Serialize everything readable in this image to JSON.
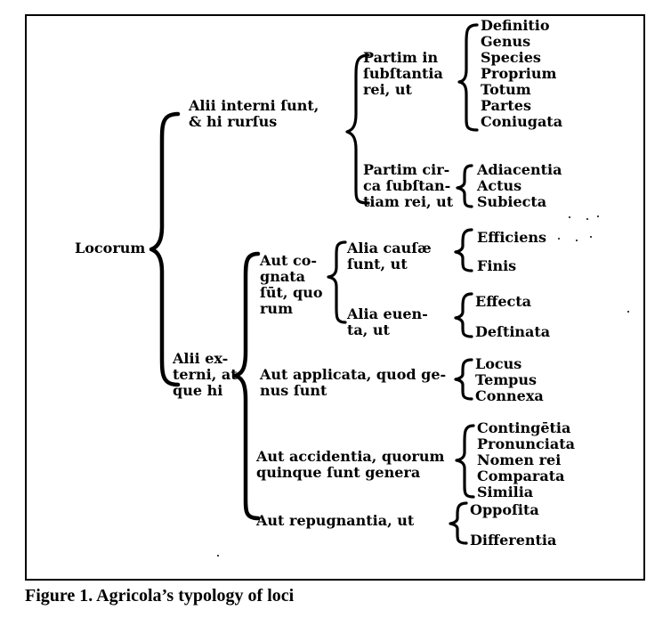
{
  "root": "Locorum",
  "internal": {
    "label": [
      "Alii interni ſunt,",
      "& hi rurſus"
    ],
    "in_substantia": {
      "label": [
        "Partim in",
        "ſubſtantia",
        "rei, ut"
      ],
      "items": [
        "Definitio",
        "Genus",
        "Species",
        "Proprium",
        "Totum",
        "Partes",
        "Coniugata"
      ]
    },
    "circa_substantiam": {
      "label": [
        "Partim cir-",
        "ca ſubſtan-",
        "tiam rei, ut"
      ],
      "items": [
        "Adiacentia",
        "Actus",
        "Subiecta"
      ]
    }
  },
  "external": {
    "label": [
      "Alii ex-",
      "terni, at",
      "que hi"
    ],
    "cognata": {
      "label": [
        "Aut co-",
        "gnata",
        "ſūt, quo",
        "rum"
      ],
      "causae": {
        "label": [
          "Alia cauſæ",
          "ſunt, ut"
        ],
        "items": [
          "Efficiens",
          "Finis"
        ]
      },
      "euenta": {
        "label": [
          "Alia euen-",
          "ta, ut"
        ],
        "items": [
          "Effecta",
          "Deſtinata"
        ]
      }
    },
    "applicata": {
      "label": [
        "Aut applicata, quod ge-",
        "nus ſunt"
      ],
      "items": [
        "Locus",
        "Tempus",
        "Connexa"
      ]
    },
    "accidentia": {
      "label": [
        "Aut accidentia, quorum",
        "quinque ſunt genera"
      ],
      "items": [
        "Contingētia",
        "Pronunciata",
        "Nomen rei",
        "Comparata",
        "Similia"
      ]
    },
    "repugnantia": {
      "label": [
        "Aut repugnantia, ut"
      ],
      "items": [
        "Oppoſita",
        "Differentia"
      ]
    }
  },
  "caption": "Figure 1. Agricola’s typology of loci"
}
